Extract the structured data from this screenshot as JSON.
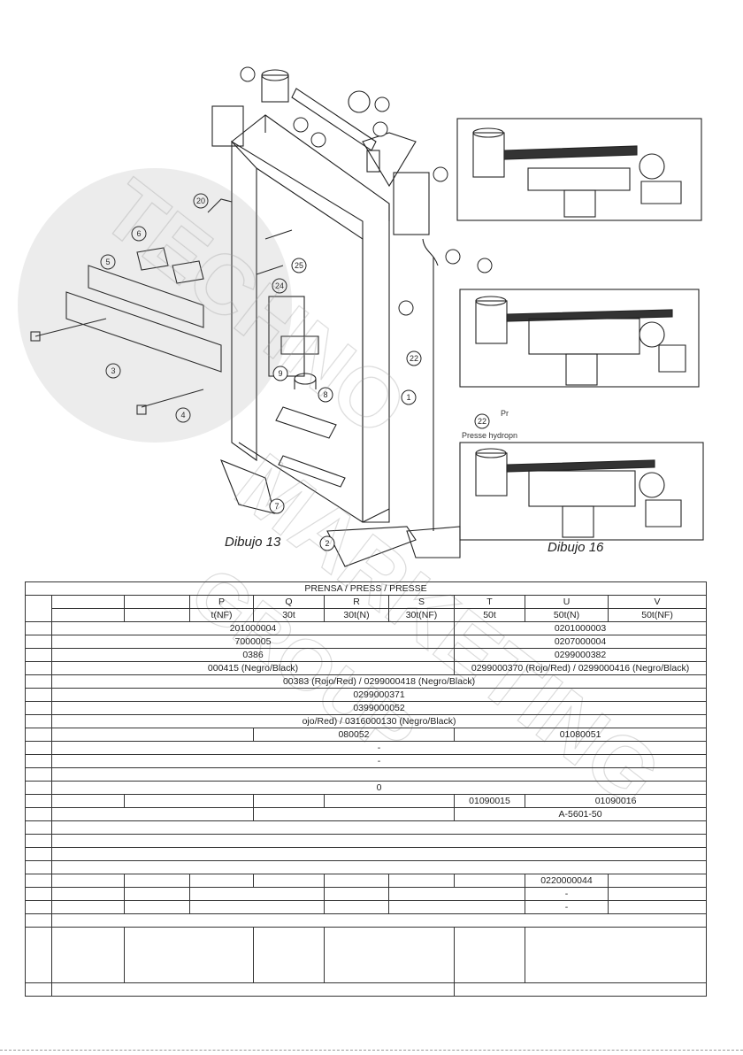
{
  "drawing_left": {
    "caption": "Dibujo 13",
    "callouts": [
      "20",
      "6",
      "5",
      "3",
      "4",
      "25",
      "24",
      "9",
      "8",
      "22",
      "1",
      "7",
      "2"
    ]
  },
  "drawing_right": {
    "caption": "Dibujo 16",
    "note_num": "22",
    "note_text": "Pr",
    "presse_label": "Presse hydropn"
  },
  "table": {
    "title": "PRENSA / PRESS / PRESSE",
    "col_letters": [
      "",
      "",
      "P",
      "Q",
      "R",
      "S",
      "T",
      "U",
      "V"
    ],
    "tonnage": [
      "",
      "",
      "t(NF)",
      "30t",
      "30t(N)",
      "30t(NF)",
      "50t",
      "50t(N)",
      "50t(NF)"
    ],
    "rows": {
      "r1": [
        "201000004",
        "0201000003"
      ],
      "r2": [
        "7000005",
        "0207000004"
      ],
      "r3": [
        "0386",
        "0299000382"
      ],
      "r4": [
        "000415 (Negro/Black)",
        "0299000370 (Rojo/Red) / 0299000416 (Negro/Black)"
      ],
      "r5": "00383 (Rojo/Red) / 0299000418 (Negro/Black)",
      "r6": "0299000371",
      "r7": "0399000052",
      "r8": "ojo/Red) / 0316000130 (Negro/Black)",
      "r9": [
        "080052",
        "01080051"
      ],
      "r10": "-",
      "r11": "-",
      "r13": "0",
      "r14": [
        "01090015",
        "01090016"
      ],
      "r15": "A-5601-50",
      "r20": "0220000044",
      "r21": "-",
      "r22": "-"
    }
  },
  "watermark": "TECHNO MARKETING GROUP"
}
